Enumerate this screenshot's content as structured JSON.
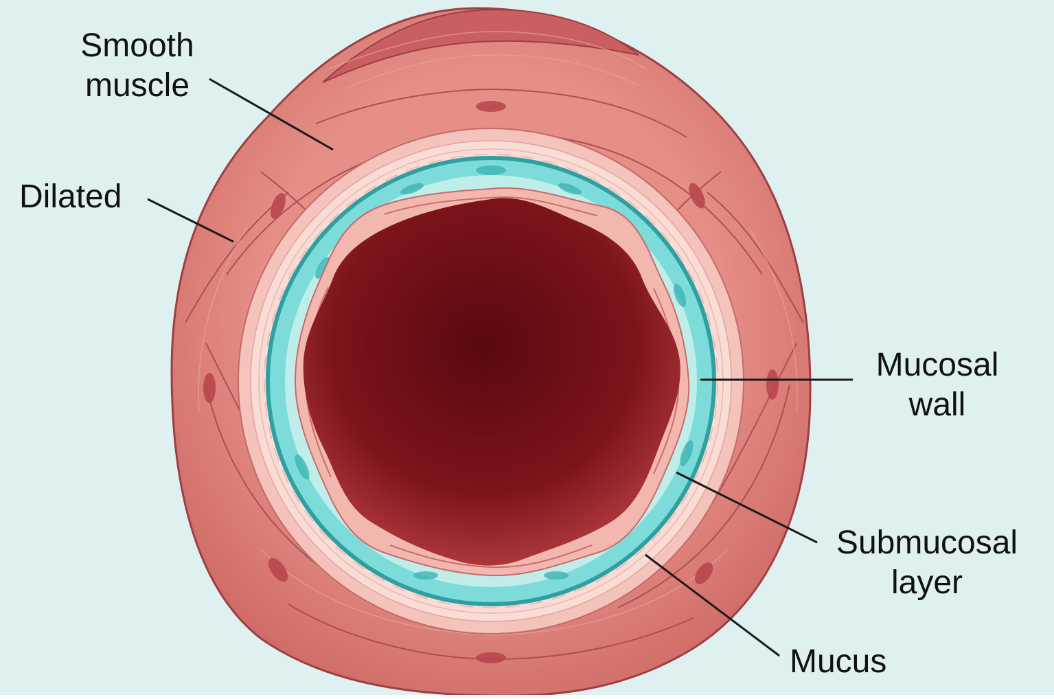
{
  "labels": {
    "smooth_muscle": [
      "Smooth",
      "muscle"
    ],
    "dilated": "Dilated",
    "mucosal_wall": [
      "Mucosal",
      "wall"
    ],
    "submucosal_layer": [
      "Submucosal",
      "layer"
    ],
    "mucus": "Mucus"
  },
  "colors": {
    "background": "#dff0f1",
    "muscle": "#d9736f",
    "muscle_dark": "#a7464a",
    "pale_layer": "#f6cfc9",
    "mucosa_teal": "#6fd3d2",
    "lumen": "#6a0d14"
  }
}
